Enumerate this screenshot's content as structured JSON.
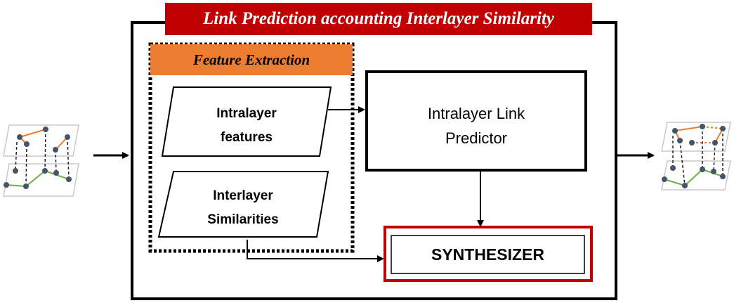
{
  "title": "Link Prediction accounting Interlayer Similarity",
  "feature_extraction": {
    "label": "Feature Extraction"
  },
  "inputs": [
    {
      "line1": "Intralayer",
      "line2": "features"
    },
    {
      "line1": "Interlayer",
      "line2": "Similarities"
    }
  ],
  "predictor": {
    "line1": "Intralayer Link",
    "line2": "Predictor"
  },
  "synthesizer": {
    "label": "SYNTHESIZER"
  },
  "colors": {
    "title_bg": "#c00000",
    "feature_bg": "#ed7d31",
    "synth_border": "#c00000",
    "intra_edge": "#ed7d31",
    "inter_edge": "#70ad47",
    "node": "#44546a"
  }
}
